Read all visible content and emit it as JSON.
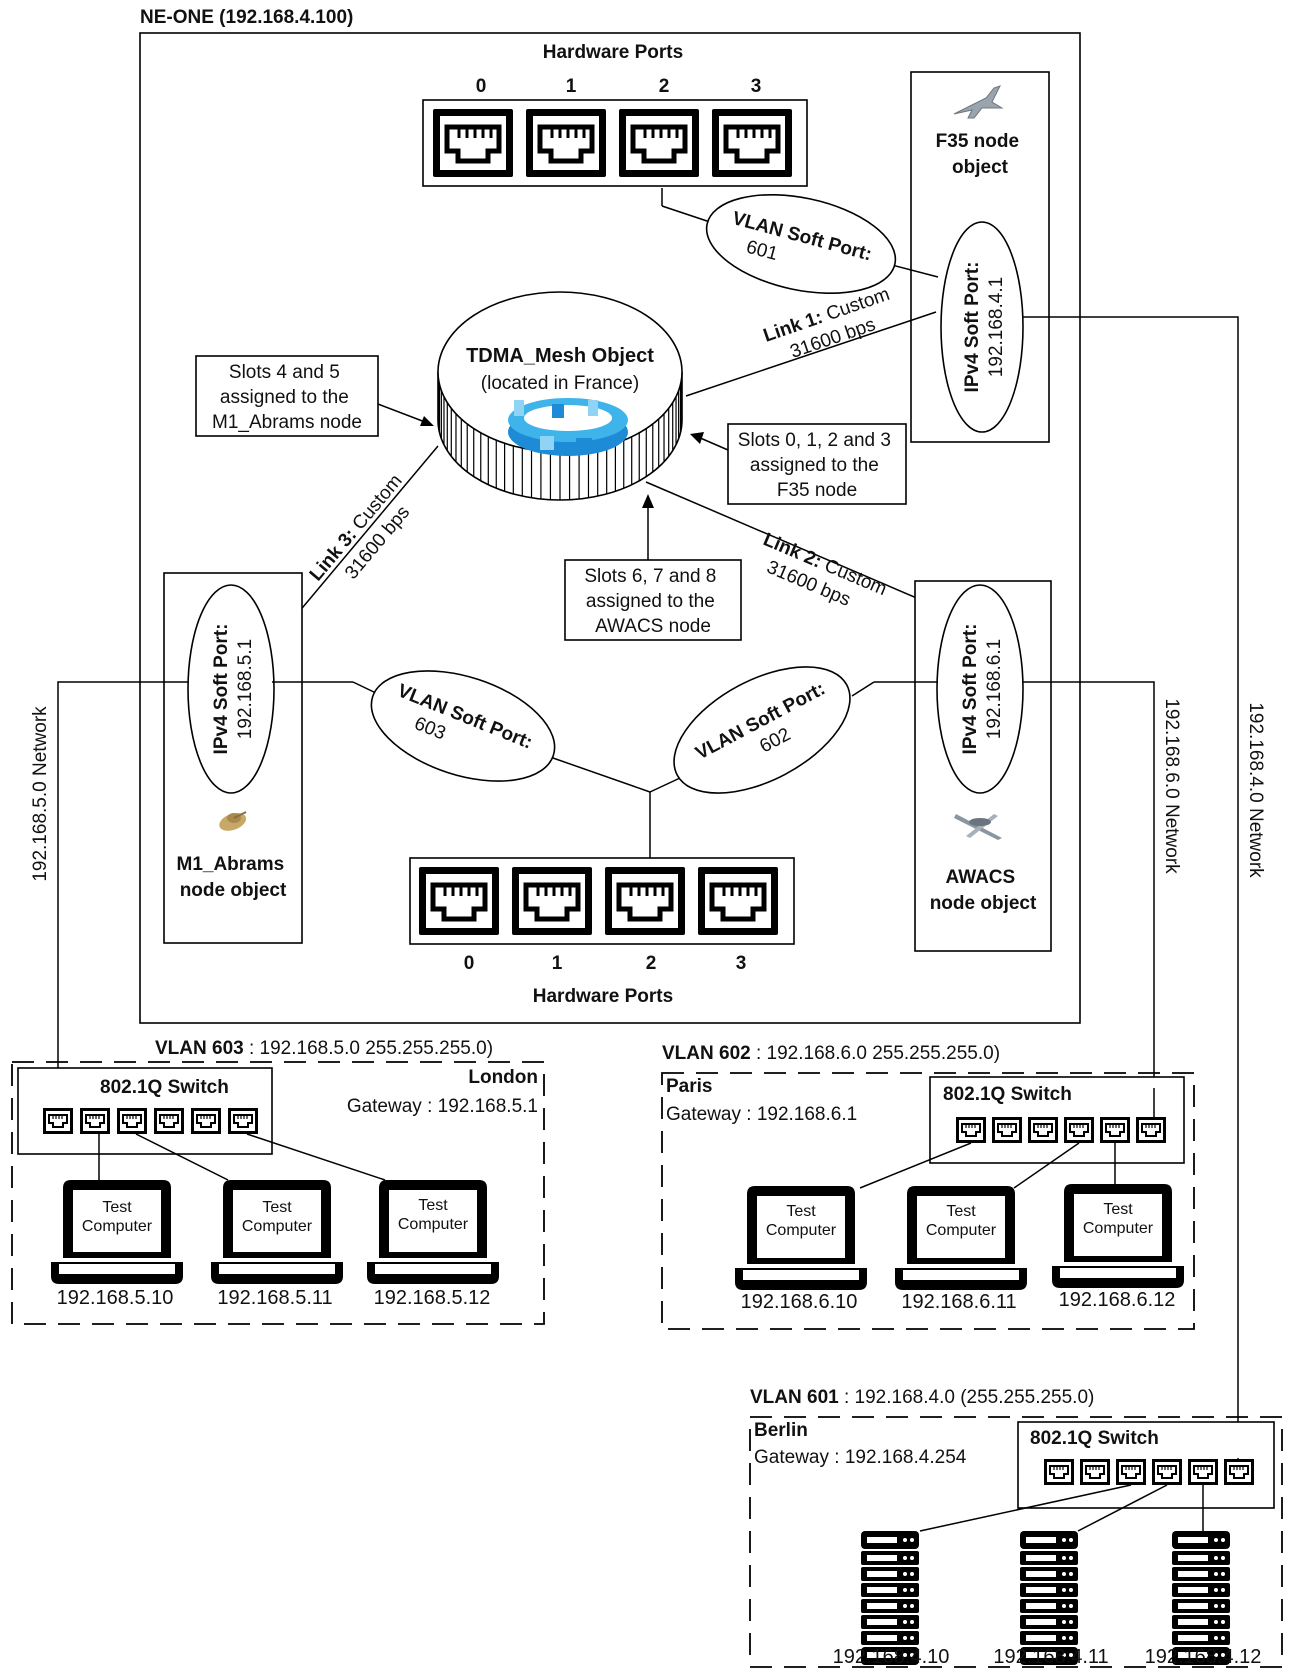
{
  "ne_one": {
    "title": "NE-ONE (192.168.4.100)",
    "hw_ports_top": {
      "label": "Hardware Ports",
      "ports": [
        "0",
        "1",
        "2",
        "3"
      ]
    },
    "hw_ports_bottom": {
      "label": "Hardware Ports",
      "ports": [
        "0",
        "1",
        "2",
        "3"
      ]
    },
    "tdma": {
      "title": "TDMA_Mesh Object",
      "subtitle": "(located in France)"
    },
    "f35": {
      "line1": "F35 node",
      "line2": "object",
      "soft_port_title": "IPv4 Soft Port:",
      "soft_port_ip": "192.168.4.1"
    },
    "m1": {
      "line1": "M1_Abrams",
      "line2": "node object",
      "soft_port_title": "IPv4 Soft Port:",
      "soft_port_ip": "192.168.5.1"
    },
    "awacs": {
      "line1": "AWACS",
      "line2": "node object",
      "soft_port_title": "IPv4 Soft Port:",
      "soft_port_ip": "192.168.6.1"
    },
    "vlan_601": {
      "title": "VLAN Soft Port:",
      "num": "601"
    },
    "vlan_602": {
      "title": "VLAN Soft Port:",
      "num": "602"
    },
    "vlan_603": {
      "title": "VLAN Soft Port:",
      "num": "603"
    },
    "link1": {
      "name": "Link 1:",
      "type": "Custom",
      "rate": "31600 bps"
    },
    "link2": {
      "name": "Link 2:",
      "type": "Custom",
      "rate": "31600 bps"
    },
    "link3": {
      "name": "Link 3:",
      "type": "Custom",
      "rate": "31600 bps"
    },
    "slots_m1": [
      "Slots 4 and 5",
      "assigned to the",
      "M1_Abrams node"
    ],
    "slots_f35": [
      "Slots 0, 1, 2 and 3",
      "assigned to the",
      "F35 node"
    ],
    "slots_awacs": [
      "Slots 6, 7 and 8",
      "assigned to the",
      "AWACS node"
    ]
  },
  "networks": {
    "net5": "192.168.5.0 Network",
    "net6": "192.168.6.0 Network",
    "net4": "192.168.4.0 Network"
  },
  "london": {
    "vlan_bold": "VLAN 603",
    "vlan_rest": " : 192.168.5.0 255.255.255.0)",
    "city": "London",
    "gateway": "Gateway : 192.168.5.1",
    "switch": "802.1Q Switch",
    "computers": [
      {
        "l1": "Test",
        "l2": "Computer",
        "ip": "192.168.5.10"
      },
      {
        "l1": "Test",
        "l2": "Computer",
        "ip": "192.168.5.11"
      },
      {
        "l1": "Test",
        "l2": "Computer",
        "ip": "192.168.5.12"
      }
    ]
  },
  "paris": {
    "vlan_bold": "VLAN 602",
    "vlan_rest": " : 192.168.6.0 255.255.255.0)",
    "city": "Paris",
    "gateway": "Gateway : 192.168.6.1",
    "switch": "802.1Q Switch",
    "computers": [
      {
        "l1": "Test",
        "l2": "Computer",
        "ip": "192.168.6.10"
      },
      {
        "l1": "Test",
        "l2": "Computer",
        "ip": "192.168.6.11"
      },
      {
        "l1": "Test",
        "l2": "Computer",
        "ip": "192.168.6.12"
      }
    ]
  },
  "berlin": {
    "vlan_bold": "VLAN 601",
    "vlan_rest": " : 192.168.4.0 (255.255.255.0)",
    "city": "Berlin",
    "gateway": "Gateway : 192.168.4.254",
    "switch": "802.1Q Switch",
    "servers": [
      {
        "ip": "192.168.4.10"
      },
      {
        "ip": "192.168.4.11"
      },
      {
        "ip": "192.168.4.12"
      }
    ]
  },
  "colors": {
    "tdma_ring": "#3fb4ea",
    "line": "#000000"
  }
}
